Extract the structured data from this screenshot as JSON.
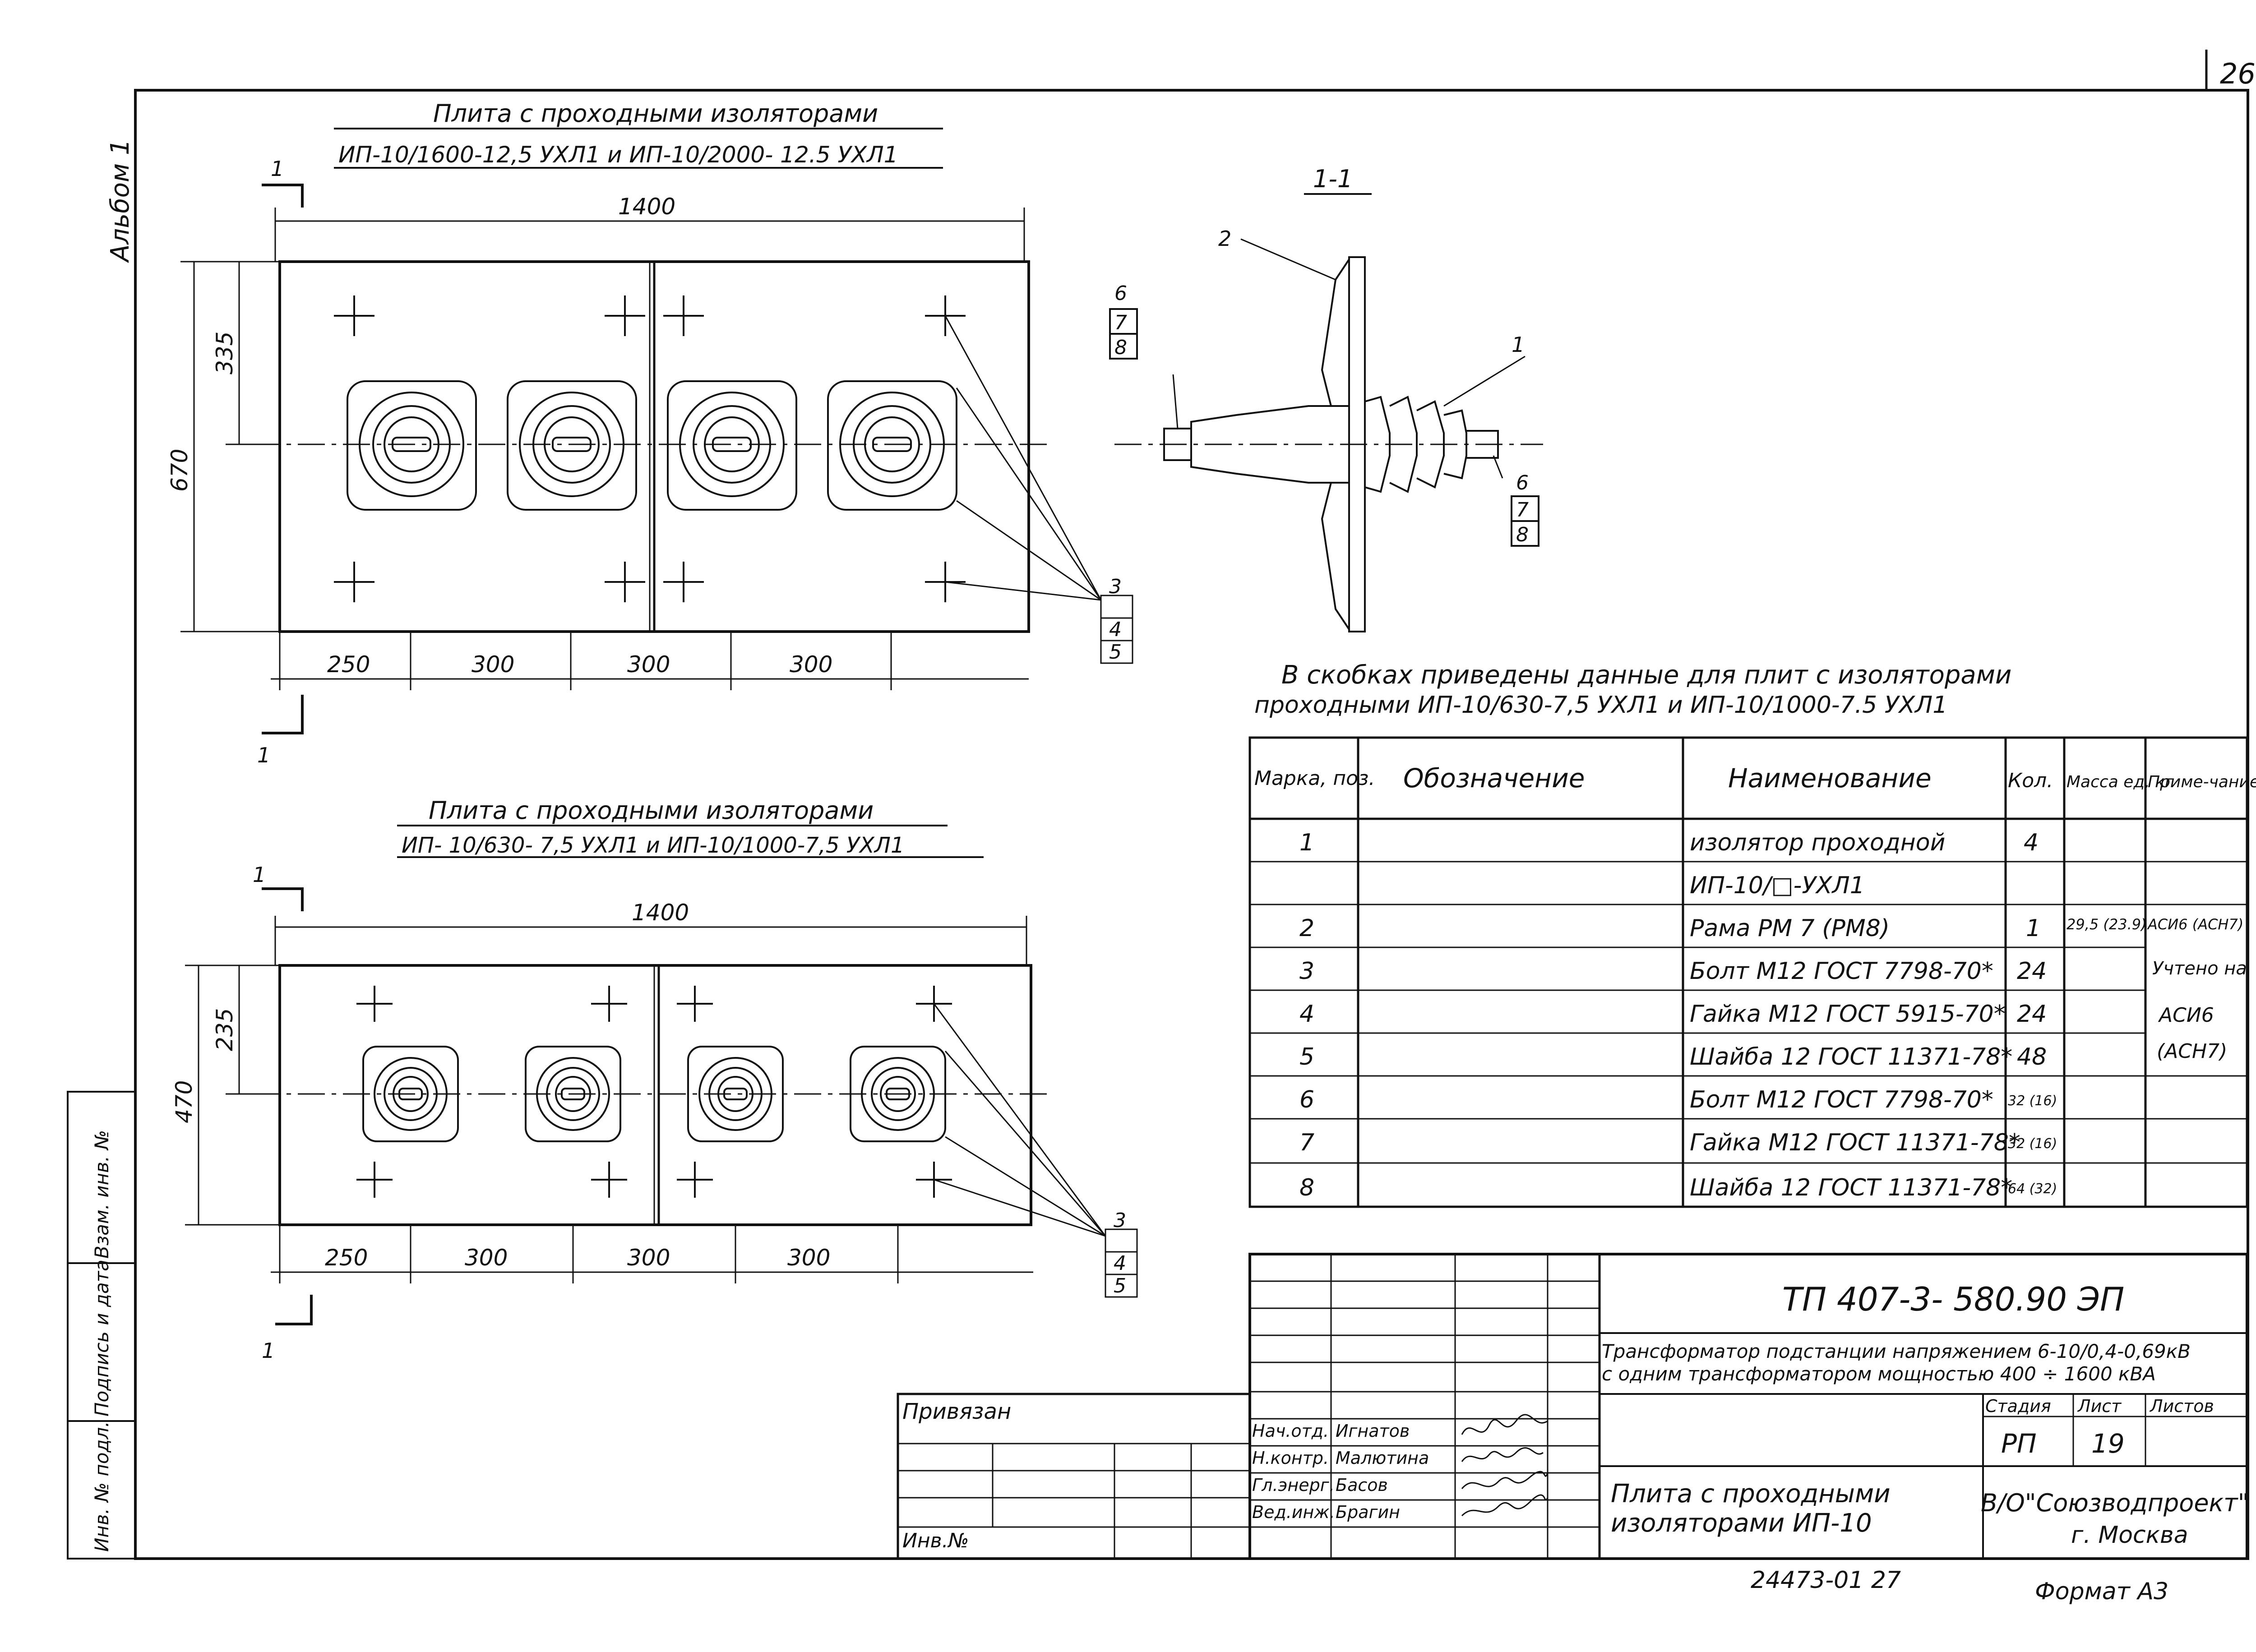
{
  "sheet": {
    "page_number": "26",
    "album": "Альбом 1",
    "side_labels": [
      "Взам. инв. №",
      "Подпись и дата",
      "Инв. № подл."
    ]
  },
  "plate1": {
    "title_line1": "Плита с проходными изоляторами",
    "title_line2": "ИП-10/1600-12,5 УХЛ1  и ИП-10/2000- 12.5 УХЛ1",
    "total_width": "1400",
    "height": "670",
    "half_height": "335",
    "bottom_dims": [
      "250",
      "300",
      "300",
      "300"
    ],
    "callouts": [
      "3",
      "4",
      "5"
    ],
    "section_mark": "1"
  },
  "plate2": {
    "title_line1": "Плита с проходными изоляторами",
    "title_line2": "ИП- 10/630- 7,5 УХЛ1 и ИП-10/1000-7,5 УХЛ1",
    "total_width": "1400",
    "height": "470",
    "half_height": "235",
    "bottom_dims": [
      "250",
      "300",
      "300",
      "300"
    ],
    "callouts": [
      "3",
      "4",
      "5"
    ],
    "section_mark": "1"
  },
  "section": {
    "title": "1-1",
    "callout_left": [
      "6",
      "7",
      "8"
    ],
    "callout_right": [
      "6",
      "7",
      "8"
    ],
    "label_2": "2",
    "label_1": "1"
  },
  "note": {
    "line1": "В скобках приведены данные для плит с изоляторами",
    "line2": "проходными  ИП-10/630-7,5 УХЛ1 и ИП-10/1000-7.5 УХЛ1"
  },
  "spec_table": {
    "headers": [
      "Марка, поз.",
      "Обозначение",
      "Наименование",
      "Кол.",
      "Масса ед, кг",
      "Приме-чание"
    ],
    "rows": [
      {
        "pos": "1",
        "name": "изолятор проходной",
        "qty": "4",
        "mass": "",
        "note": ""
      },
      {
        "pos": "",
        "name": "ИП-10/□-УХЛ1",
        "qty": "",
        "mass": "",
        "note": ""
      },
      {
        "pos": "2",
        "name": "Рама РМ 7  (РМ8)",
        "qty": "1",
        "mass": "29,5 (23.9)",
        "note": "АСИ6 (АСН7)"
      },
      {
        "pos": "3",
        "name": "Болт М12 ГОСТ 7798-70*",
        "qty": "24",
        "mass": "",
        "note": "Учтено на"
      },
      {
        "pos": "4",
        "name": "Гайка М12 ГОСТ 5915-70*",
        "qty": "24",
        "mass": "",
        "note": "АСИ6"
      },
      {
        "pos": "5",
        "name": "Шайба 12 ГОСТ 11371-78*",
        "qty": "48",
        "mass": "",
        "note": "(АСН7)"
      },
      {
        "pos": "6",
        "name": "Болт М12 ГОСТ 7798-70*",
        "qty": "32 (16)",
        "mass": "",
        "note": ""
      },
      {
        "pos": "7",
        "name": "Гайка М12 ГОСТ 11371-78*",
        "qty": "32 (16)",
        "mass": "",
        "note": ""
      },
      {
        "pos": "8",
        "name": "Шайба 12 ГОСТ 11371-78*",
        "qty": "64 (32)",
        "mass": "",
        "note": ""
      }
    ]
  },
  "title_block": {
    "doc_code": "ТП  407-3- 580.90     ЭП",
    "desc_line1": "Трансформатор подстанции напряжением 6-10/0,4-0,69кВ",
    "desc_line2": "с одним трансформатором мощностью 400 ÷ 1600 кВА",
    "stage_header": "Стадия",
    "sheet_header": "Лист",
    "sheets_header": "Листов",
    "stage": "РП",
    "sheet": "19",
    "sheets": "",
    "drawing_title_line1": "Плита с проходными",
    "drawing_title_line2": "изоляторами  ИП-10",
    "org_line1": "В/О\"Союзводпроект\"",
    "org_line2": "г. Москва",
    "privyazan": "Привязан",
    "inv_no": "Инв.№",
    "signers": [
      {
        "role": "Нач.отд.",
        "name": "Игнатов"
      },
      {
        "role": "Н.контр.",
        "name": "Малютина"
      },
      {
        "role": "Гл.энерг.",
        "name": "Басов"
      },
      {
        "role": "Вед.инж.",
        "name": "Брагин"
      }
    ]
  },
  "footer": {
    "archive": "24473-01   27",
    "format": "Формат А3"
  }
}
